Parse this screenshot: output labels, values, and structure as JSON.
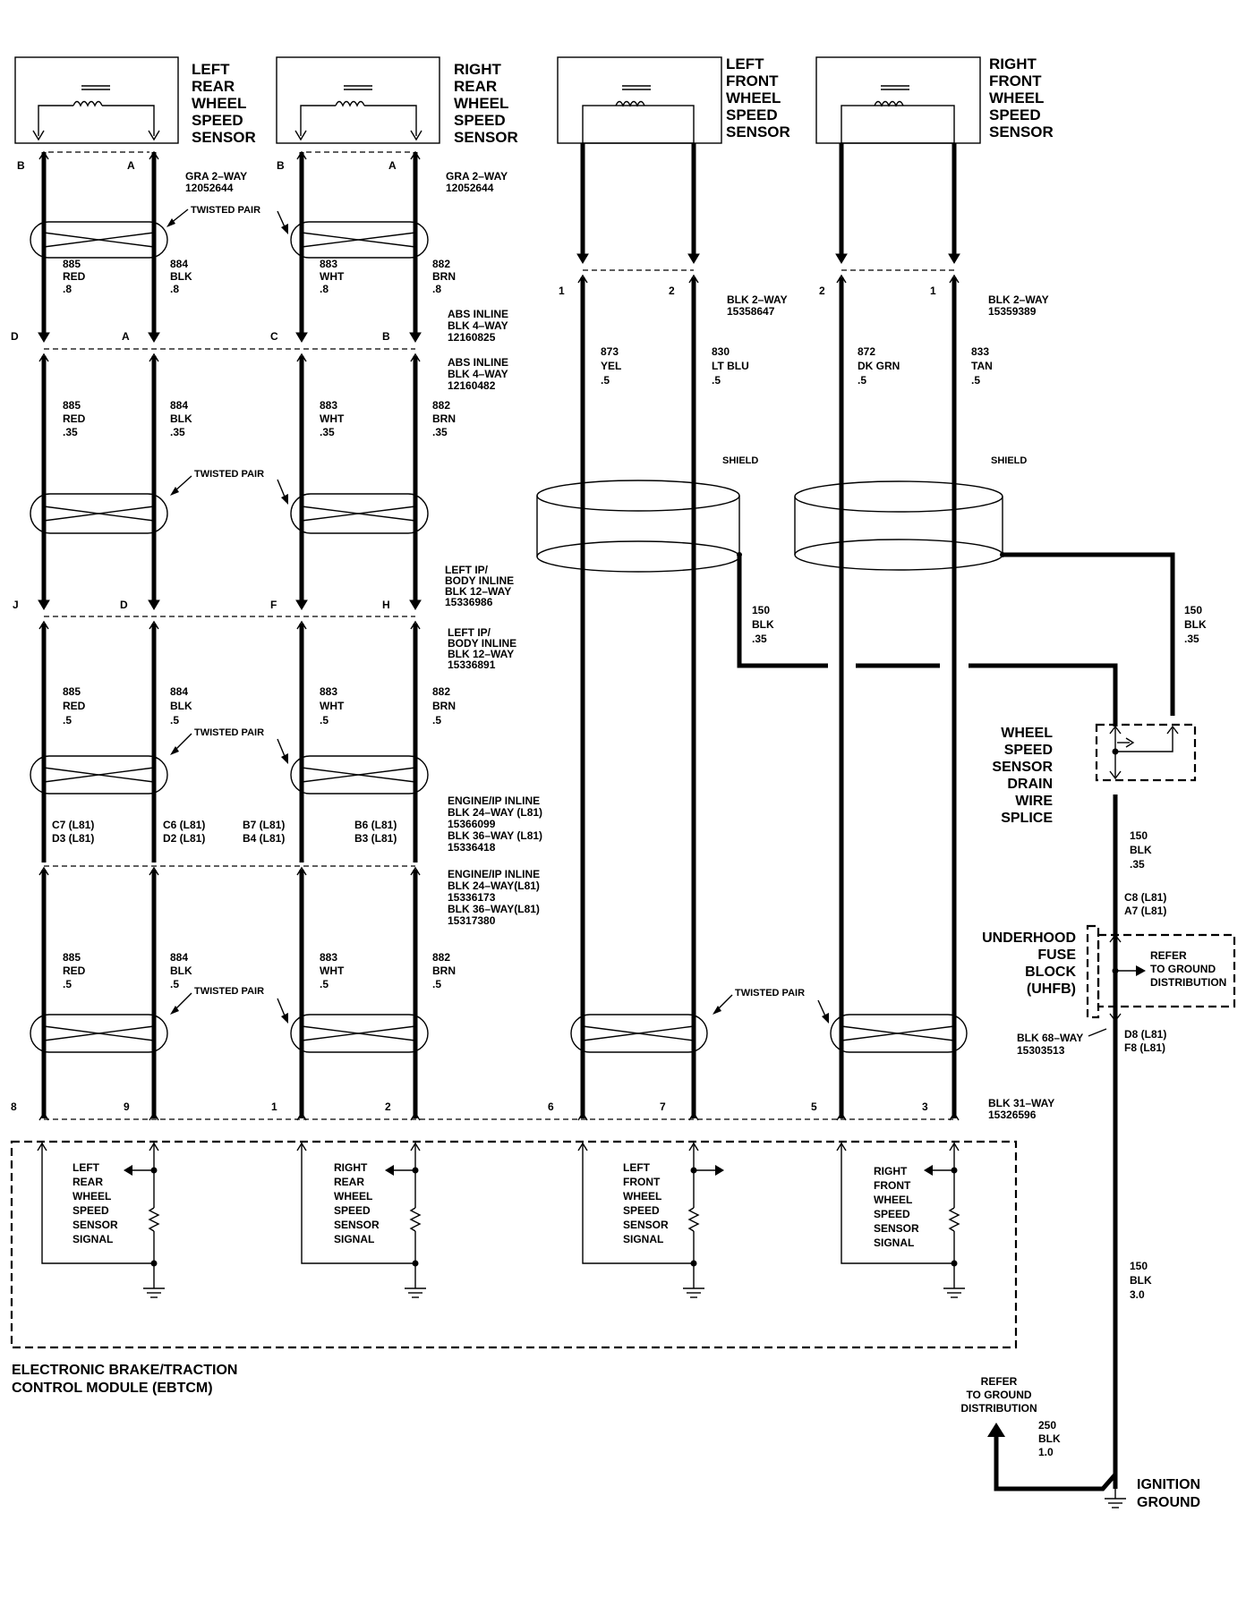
{
  "sensors": {
    "lr": [
      "LEFT",
      "REAR",
      "WHEEL",
      "SPEED",
      "SENSOR"
    ],
    "rr": [
      "RIGHT",
      "REAR",
      "WHEEL",
      "SPEED",
      "SENSOR"
    ],
    "lf": [
      "LEFT",
      "FRONT",
      "WHEEL",
      "SPEED",
      "SENSOR"
    ],
    "rf": [
      "RIGHT",
      "FRONT",
      "WHEEL",
      "SPEED",
      "SENSOR"
    ]
  },
  "pins": {
    "sensor_rear": {
      "l_b": "B",
      "l_a": "A",
      "r_b": "B",
      "r_a": "A"
    },
    "sensor_front": {
      "lf1": "1",
      "lf2": "2",
      "rf2": "2",
      "rf1": "1"
    },
    "abs_inline": {
      "d": "D",
      "a": "A",
      "c": "C",
      "b": "B"
    },
    "body_inline": {
      "j": "J",
      "d": "D",
      "f": "F",
      "h": "H"
    },
    "engine_inline": {
      "c7": "C7 (L81)",
      "d3": "D3 (L81)",
      "c6": "C6 (L81)",
      "d2": "D2 (L81)",
      "b7": "B7 (L81)",
      "b4": "B4 (L81)",
      "b6": "B6 (L81)",
      "b3": "B3 (L81)"
    },
    "module": {
      "p8": "8",
      "p9": "9",
      "p1": "1",
      "p2": "2",
      "p6": "6",
      "p7": "7",
      "p5": "5",
      "p3": "3"
    }
  },
  "connectors": {
    "gra_l": [
      "GRA 2–WAY",
      "12052644"
    ],
    "gra_r": [
      "GRA 2–WAY",
      "12052644"
    ],
    "blk_lf": [
      "BLK 2–WAY",
      "15358647"
    ],
    "blk_rf": [
      "BLK 2–WAY",
      "15359389"
    ],
    "abs1": [
      "ABS INLINE",
      "BLK 4–WAY",
      "12160825"
    ],
    "abs2": [
      "ABS INLINE",
      "BLK 4–WAY",
      "12160482"
    ],
    "body1": [
      "LEFT IP/",
      "BODY INLINE",
      "BLK 12–WAY",
      "15336986"
    ],
    "body2": [
      "LEFT IP/",
      "BODY INLINE",
      "BLK 12–WAY",
      "15336891"
    ],
    "eng1": [
      "ENGINE/IP INLINE",
      "BLK 24–WAY (L81)",
      "15366099",
      "BLK 36–WAY (L81)",
      "15336418"
    ],
    "eng2": [
      "ENGINE/IP INLINE",
      "BLK 24–WAY(L81)",
      "15336173",
      "BLK 36–WAY(L81)",
      "15317380"
    ],
    "module": [
      "BLK 31–WAY",
      "15326596"
    ],
    "uhfb": [
      "BLK 68–WAY",
      "15303513"
    ]
  },
  "wires": {
    "seg1": [
      [
        "885",
        "RED",
        ".8"
      ],
      [
        "884",
        "BLK",
        ".8"
      ],
      [
        "883",
        "WHT",
        ".8"
      ],
      [
        "882",
        "BRN",
        ".8"
      ]
    ],
    "seg2": [
      [
        "885",
        "RED",
        ".35"
      ],
      [
        "884",
        "BLK",
        ".35"
      ],
      [
        "883",
        "WHT",
        ".35"
      ],
      [
        "882",
        "BRN",
        ".35"
      ]
    ],
    "seg3": [
      [
        "885",
        "RED",
        ".5"
      ],
      [
        "884",
        "BLK",
        ".5"
      ],
      [
        "883",
        "WHT",
        ".5"
      ],
      [
        "882",
        "BRN",
        ".5"
      ]
    ],
    "seg4": [
      [
        "885",
        "RED",
        ".5"
      ],
      [
        "884",
        "BLK",
        ".5"
      ],
      [
        "883",
        "WHT",
        ".5"
      ],
      [
        "882",
        "BRN",
        ".5"
      ]
    ],
    "front": [
      [
        "873",
        "YEL",
        ".5"
      ],
      [
        "830",
        "LT BLU",
        ".5"
      ],
      [
        "872",
        "DK GRN",
        ".5"
      ],
      [
        "833",
        "TAN",
        ".5"
      ]
    ],
    "drain_l": [
      "150",
      "BLK",
      ".35"
    ],
    "drain_r": [
      "150",
      "BLK",
      ".35"
    ],
    "splice_out": [
      "150",
      "BLK",
      ".35"
    ],
    "ground": [
      "150",
      "BLK",
      "3.0"
    ],
    "ground2": [
      "250",
      "BLK",
      "1.0"
    ]
  },
  "labels": {
    "twisted_pair": "TWISTED PAIR",
    "shield": "SHIELD",
    "splice": [
      "WHEEL",
      "SPEED",
      "SENSOR",
      "DRAIN",
      "WIRE",
      "SPLICE"
    ],
    "uhfb_name": [
      "UNDERHOOD",
      "FUSE",
      "BLOCK",
      "(UHFB)"
    ],
    "uhfb_pins_top": [
      "C8 (L81)",
      "A7 (L81)"
    ],
    "uhfb_pins_bottom": [
      "D8 (L81)",
      "F8 (L81)"
    ],
    "refer_ground_box": [
      "REFER",
      "TO GROUND",
      "DISTRIBUTION"
    ],
    "refer_ground_lower": [
      "REFER",
      "TO GROUND",
      "DISTRIBUTION"
    ],
    "ignition_ground": [
      "IGNITION",
      "GROUND"
    ],
    "module_name": [
      "ELECTRONIC BRAKE/TRACTION",
      "CONTROL MODULE (EBTCM)"
    ],
    "signals": {
      "lr": [
        "LEFT",
        "REAR",
        "WHEEL",
        "SPEED",
        "SENSOR",
        "SIGNAL"
      ],
      "rr": [
        "RIGHT",
        "REAR",
        "WHEEL",
        "SPEED",
        "SENSOR",
        "SIGNAL"
      ],
      "lf": [
        "LEFT",
        "FRONT",
        "WHEEL",
        "SPEED",
        "SENSOR",
        "SIGNAL"
      ],
      "rf": [
        "RIGHT",
        "FRONT",
        "WHEEL",
        "SPEED",
        "SENSOR",
        "SIGNAL"
      ]
    }
  }
}
